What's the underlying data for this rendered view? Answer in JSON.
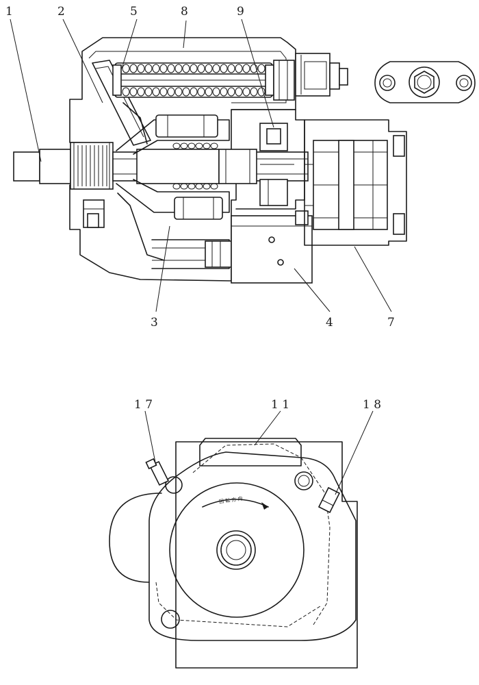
{
  "labels": {
    "top": [
      "1",
      "2",
      "5",
      "8",
      "9",
      "3",
      "4",
      "7"
    ],
    "bottom": [
      "1 7",
      "1 1",
      "1 8"
    ]
  },
  "rotation_text": "回 転 方 向",
  "colors": {
    "line": "#1a1a1a",
    "background": "#ffffff"
  }
}
